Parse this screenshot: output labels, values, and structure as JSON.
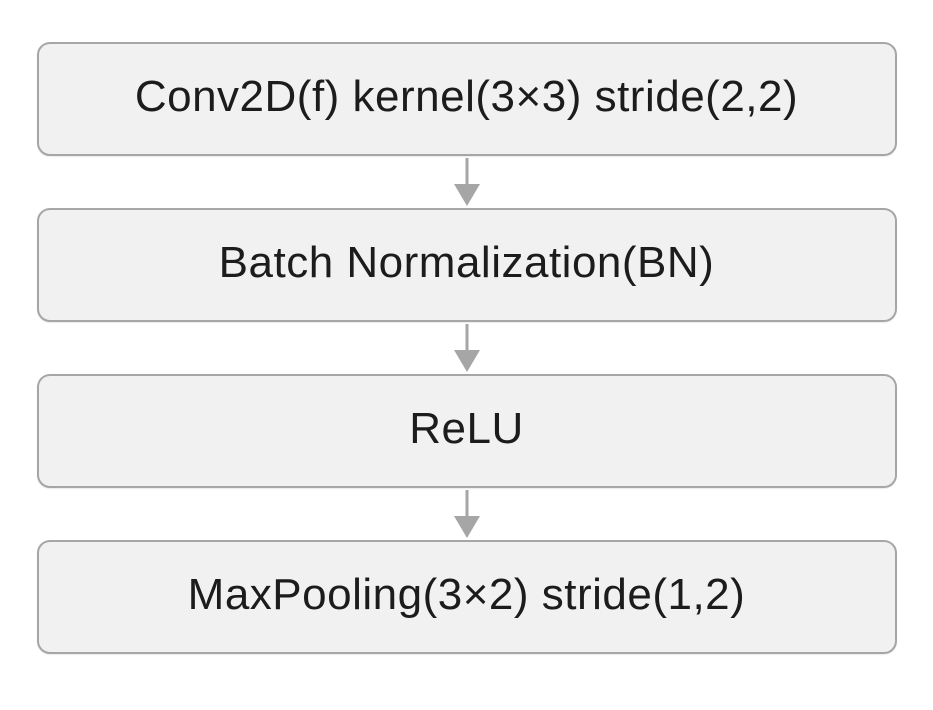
{
  "diagram": {
    "title": "CNN block flowchart",
    "colors": {
      "bg": "#ffffff",
      "box_fill": "#f1f1f1",
      "box_border": "#a6a6a6",
      "arrow_color": "#a6a6a6",
      "text_color": "#1c1c1c"
    },
    "nodes": [
      {
        "label": "Conv2D(f) kernel(3×3) stride(2,2)"
      },
      {
        "label": "Batch Normalization(BN)"
      },
      {
        "label": "ReLU"
      },
      {
        "label": "MaxPooling(3×2) stride(1,2)"
      }
    ],
    "connector": "down-arrow"
  }
}
